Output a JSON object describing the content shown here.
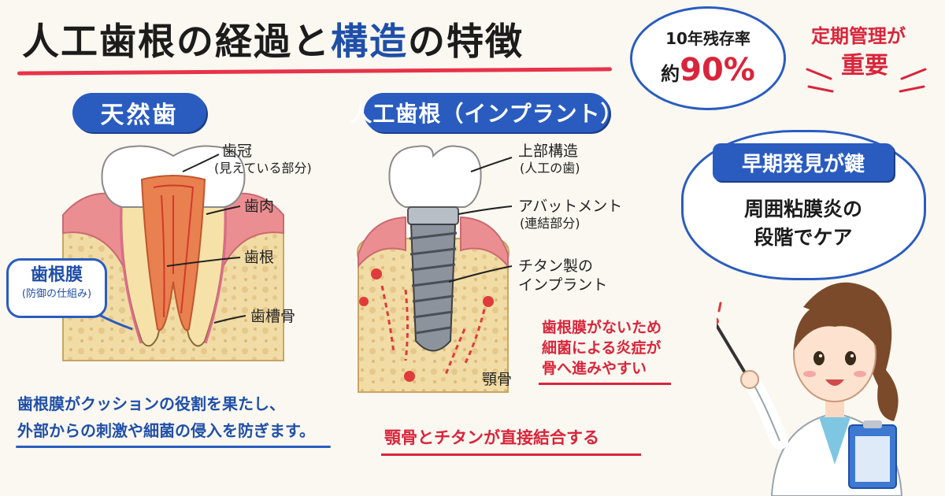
{
  "title": {
    "part1": "人工歯根の経過と",
    "part2": "構造",
    "part3": "の特徴"
  },
  "natural": {
    "heading": "天然歯",
    "labels": {
      "crown": "歯冠",
      "crown_sub": "(見えている部分)",
      "gum": "歯肉",
      "root": "歯根",
      "bone": "歯槽骨",
      "membrane": "歯根膜",
      "membrane_sub": "(防御の仕組み)"
    },
    "caption_line1": "歯根膜がクッションの役割を果たし、",
    "caption_line2": "外部からの刺激や細菌の侵入を防ぎます。"
  },
  "implant": {
    "heading": "人工歯根（インプラント）",
    "labels": {
      "upper": "上部構造",
      "upper_sub": "(人工の歯)",
      "abutment": "アバットメント",
      "abutment_sub": "(連結部分)",
      "fixture": "チタン製の",
      "fixture_sub": "インプラント",
      "jaw": "顎骨"
    },
    "warning_line1": "歯根膜がないため",
    "warning_line2": "細菌による炎症が",
    "warning_line3": "骨へ進みやすい",
    "caption": "顎骨とチタンが直接結合する"
  },
  "stat_bubble": {
    "line1": "10年残存率",
    "prefix": "約",
    "value": "90%"
  },
  "maintenance": {
    "line1": "定期管理が",
    "line2": "重要"
  },
  "callout": {
    "heading": "早期発見が鍵",
    "line1": "周囲粘膜炎の",
    "line2": "段階でケア"
  },
  "colors": {
    "accent_blue": "#2a5cc0",
    "accent_red": "#d9253b",
    "bone": "#f1dca5",
    "gum": "#eb8e92",
    "titanium": "#8d939c"
  }
}
